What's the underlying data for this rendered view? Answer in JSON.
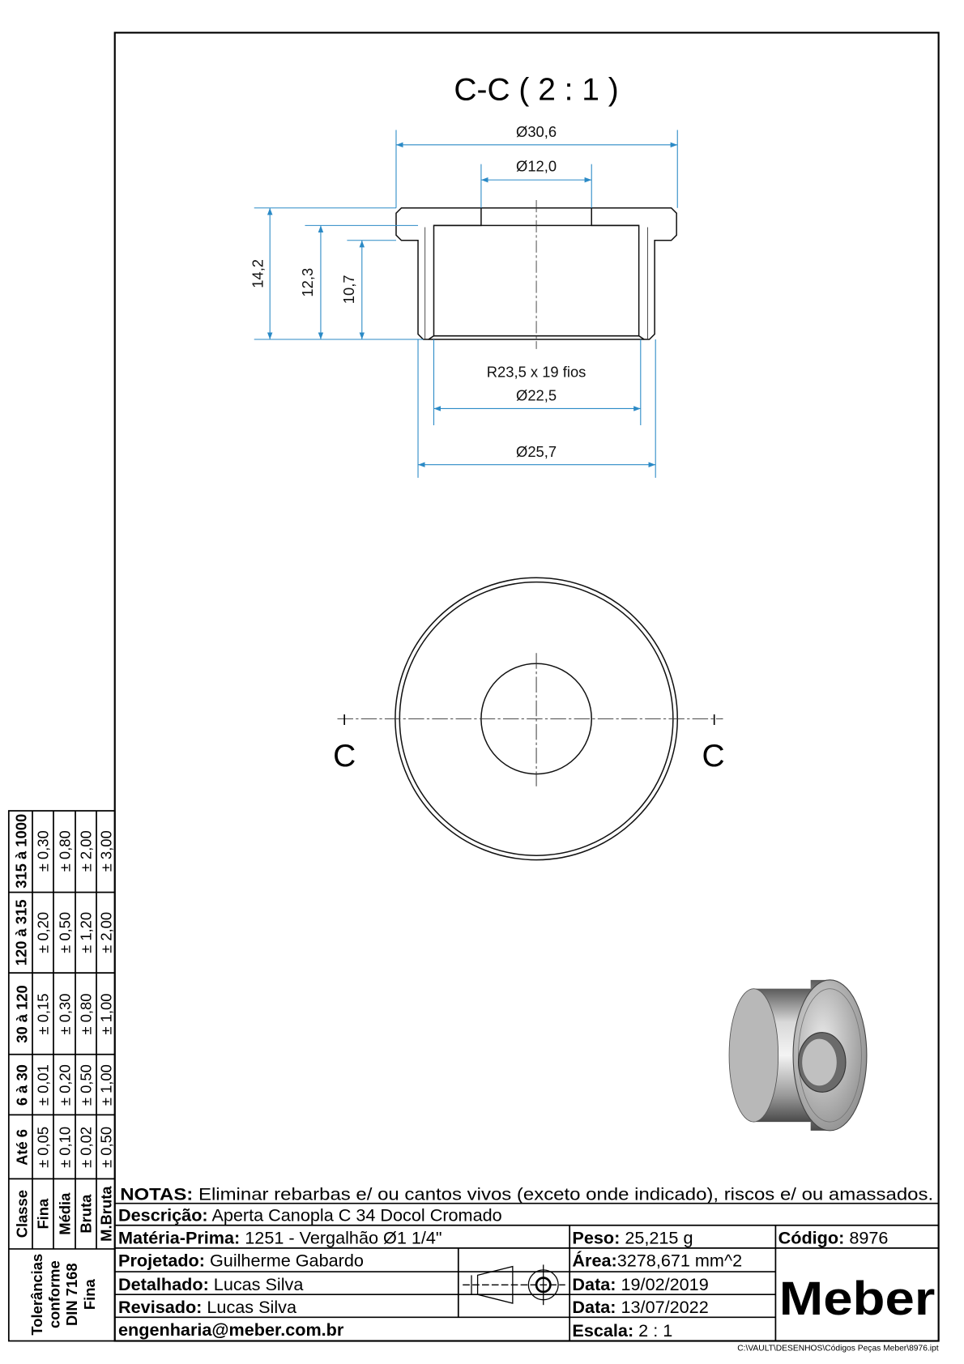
{
  "view": {
    "section_title": "C-C ( 2 : 1 )",
    "section_markers": [
      "C",
      "C"
    ],
    "dimensions": {
      "outer_flange_diameter": "Ø30,6",
      "top_hole_diameter": "Ø12,0",
      "total_height": "14,2",
      "bore_depth": "12,3",
      "body_height": "10,7",
      "thread_note": "R23,5 x 19 fios",
      "thread_diameter": "Ø22,5",
      "body_diameter": "Ø25,7"
    }
  },
  "colors": {
    "dimension": "#2b8ac6",
    "hatch": "#3a9a3a"
  },
  "tolerances": {
    "header": [
      "Classe",
      "Até 6",
      "6 à 30",
      "30 à 120",
      "120 à 315",
      "315 à 1000"
    ],
    "rows": [
      {
        "class": "Fina",
        "values": [
          "± 0,05",
          "± 0,01",
          "± 0,15",
          "± 0,20",
          "± 0,30"
        ]
      },
      {
        "class": "Média",
        "values": [
          "± 0,10",
          "± 0,20",
          "± 0,30",
          "± 0,50",
          "± 0,80"
        ]
      },
      {
        "class": "Bruta",
        "values": [
          "± 0,02",
          "± 0,50",
          "± 0,80",
          "± 1,20",
          "± 2,00"
        ]
      },
      {
        "class": "M.Bruta",
        "values": [
          "± 0,50",
          "± 1,00",
          "± 1,00",
          "± 2,00",
          "± 3,00"
        ]
      }
    ],
    "note_lines": [
      "Tolerâncias",
      "conforme",
      "DIN 7168",
      "Fina"
    ]
  },
  "title_block": {
    "notes_label": "NOTAS:",
    "notes": " Eliminar rebarbas e/ ou cantos vivos (exceto onde indicado), riscos e/ ou amassados.",
    "description_label": "Descrição:",
    "description": " Aperta Canopla C 34 Docol Cromado",
    "material_label": "Matéria-Prima:",
    "material": " 1251 - Vergalhão Ø1 1/4\"",
    "weight_label": "Peso:",
    "weight": " 25,215 g",
    "code_label": "Código:",
    "code": " 8976",
    "designed_label": "Projetado:",
    "designed": " Guilherme Gabardo",
    "area_label": "Área:",
    "area": "3278,671 mm^2",
    "detailed_label": "Detalhado:",
    "detailed": " Lucas Silva",
    "date1_label": "Data:",
    "date1": " 19/02/2019",
    "reviewed_label": "Revisado:",
    "reviewed": " Lucas Silva",
    "date2_label": "Data:",
    "date2": " 13/07/2022",
    "email": "engenharia@meber.com.br",
    "scale_label": "Escala:",
    "scale": " 2 : 1",
    "logo": "Meber",
    "file_path": "C:\\VAULT\\DESENHOS\\Códigos Peças Meber\\8976.ipt"
  }
}
